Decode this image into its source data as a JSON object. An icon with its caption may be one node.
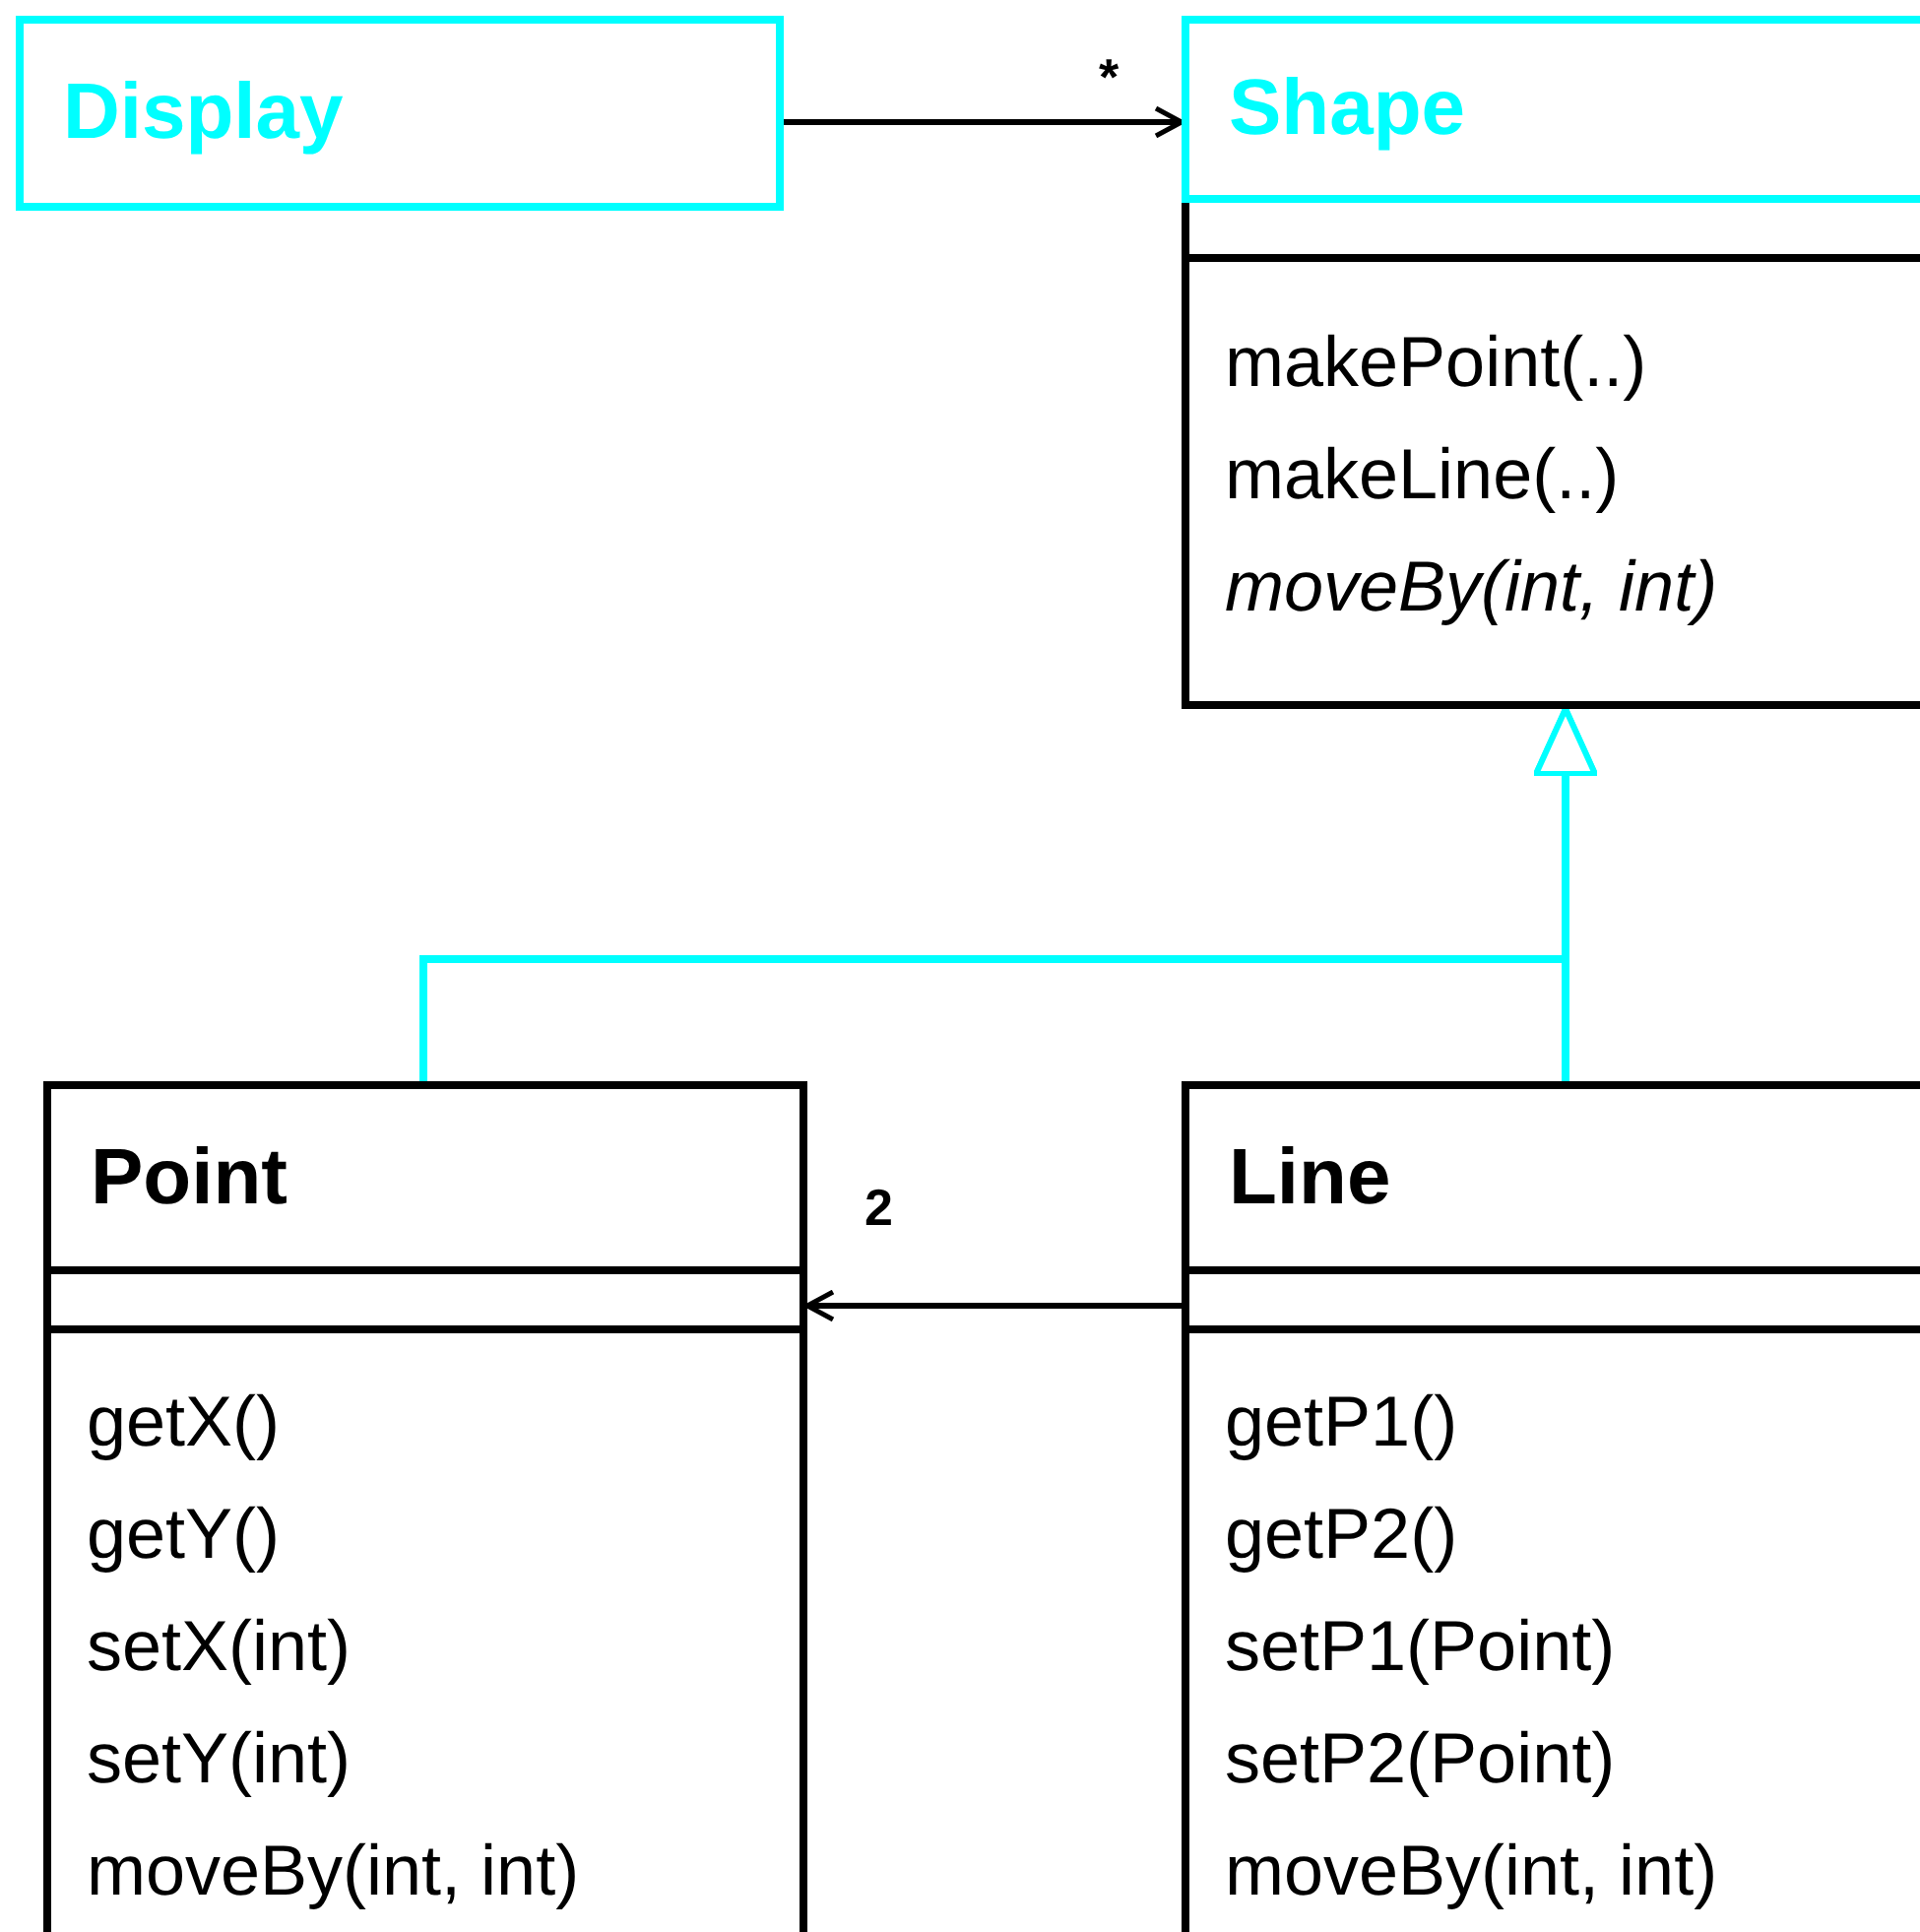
{
  "diagram": {
    "nodes": [
      {
        "text": [
          "Display"
        ]
      },
      {
        "text": [
          "Shape",
          "makePoint(..)",
          "makeLine(..)",
          "*moveBy(int, int)*"
        ]
      },
      {
        "text": [
          "Point",
          "getX()",
          "getY()",
          "setX(int)",
          "setY(int)",
          "moveBy(int, int)"
        ]
      },
      {
        "text": [
          "Line",
          "getP1()",
          "getP2()",
          "setP1(Point)",
          "setP2(Point)",
          "moveBy(int, int)"
        ]
      }
    ],
    "edges": [
      {
        "from": 0,
        "to": 1,
        "arrow": "to",
        "label": "*"
      },
      {
        "from": 3,
        "to": 2,
        "arrow": "to",
        "label": "2"
      },
      {
        "from": 2,
        "to": 1,
        "arrow": "to",
        "color": "#00ffff"
      },
      {
        "from": 3,
        "to": 1,
        "arrow": "to",
        "color": "#00ffff"
      }
    ]
  }
}
